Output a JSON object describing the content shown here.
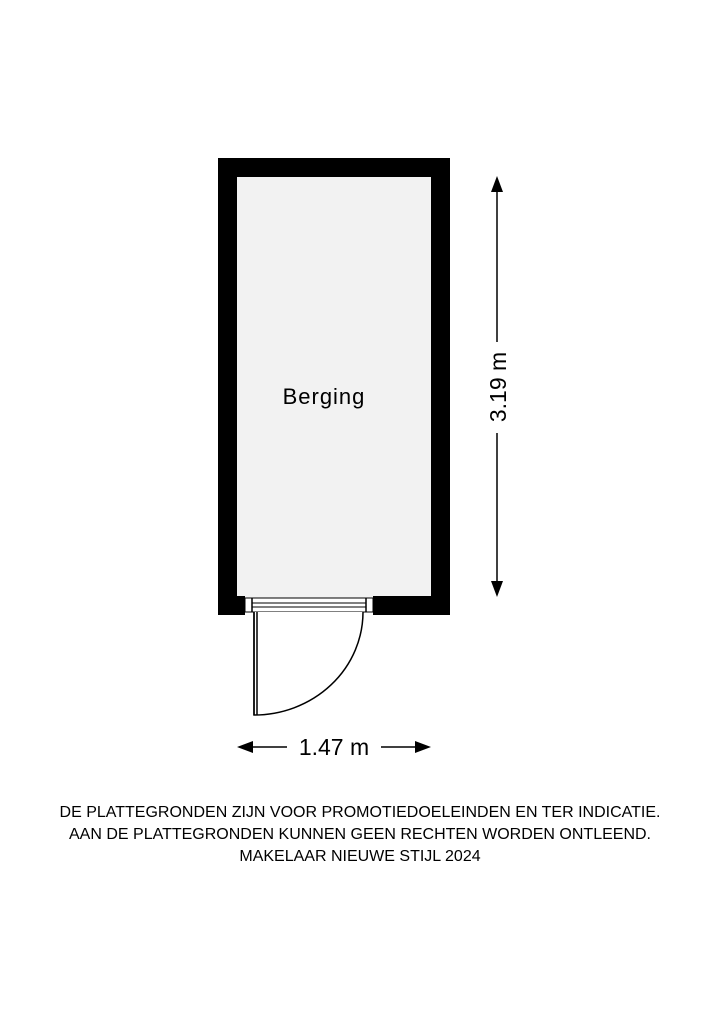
{
  "room": {
    "name": "Berging",
    "fill_color": "#f2f2f2",
    "wall_color": "#000000"
  },
  "dimensions": {
    "height_label": "3.19 m",
    "width_label": "1.47 m"
  },
  "disclaimer": {
    "line1": "DE PLATTEGRONDEN ZIJN VOOR PROMOTIEDOELEINDEN EN TER INDICATIE.",
    "line2": "AAN DE PLATTEGRONDEN KUNNEN GEEN RECHTEN WORDEN ONTLEEND.",
    "line3": "MAKELAAR NIEUWE STIJL 2024"
  }
}
